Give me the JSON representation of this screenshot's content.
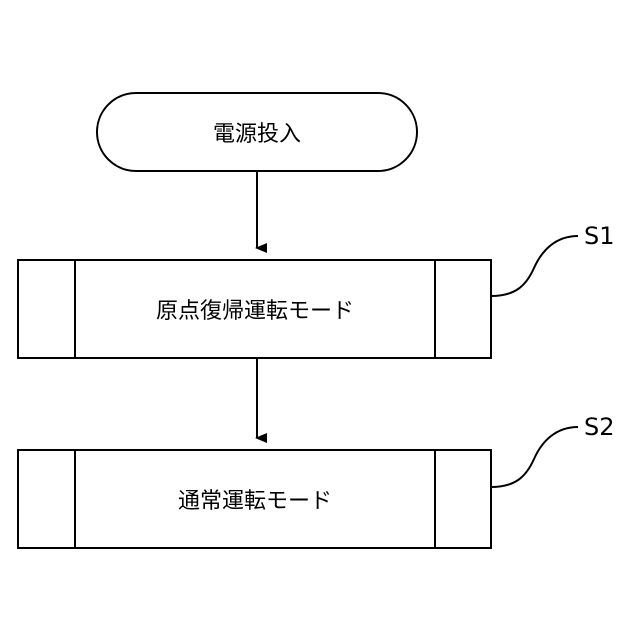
{
  "flowchart": {
    "start": {
      "label": "電源投入"
    },
    "steps": [
      {
        "id": "S1",
        "label": "原点復帰運転モード"
      },
      {
        "id": "S2",
        "label": "通常運転モード"
      }
    ]
  }
}
